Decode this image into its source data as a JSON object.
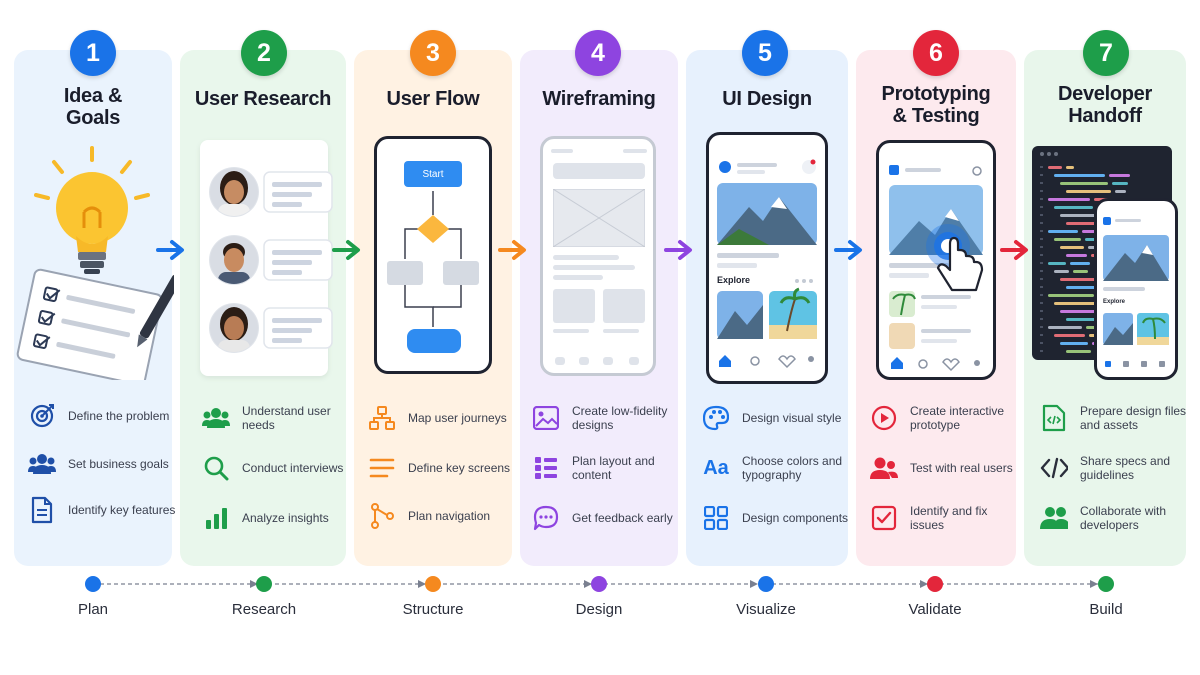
{
  "steps": [
    {
      "number": "1",
      "title": "Idea &\nGoals",
      "color": "#1a73e8",
      "items": [
        "Define the problem",
        "Set business goals",
        "Identify key features"
      ]
    },
    {
      "number": "2",
      "title": "User Research",
      "color": "#1e9e4a",
      "items": [
        "Understand user needs",
        "Conduct interviews",
        "Analyze insights"
      ]
    },
    {
      "number": "3",
      "title": "User Flow",
      "color": "#f5891f",
      "items": [
        "Map user journeys",
        "Define key screens",
        "Plan navigation"
      ]
    },
    {
      "number": "4",
      "title": "Wireframing",
      "color": "#8e44e0",
      "items": [
        "Create low-fidelity designs",
        "Plan layout and content",
        "Get feedback early"
      ]
    },
    {
      "number": "5",
      "title": "UI Design",
      "color": "#1a73e8",
      "items": [
        "Design visual style",
        "Choose colors and typography",
        "Design components"
      ]
    },
    {
      "number": "6",
      "title": "Prototyping\n& Testing",
      "color": "#e3263b",
      "items": [
        "Create interactive prototype",
        "Test with real users",
        "Identify and fix issues"
      ]
    },
    {
      "number": "7",
      "title": "Developer\nHandoff",
      "color": "#1e9e4a",
      "items": [
        "Prepare design files and assets",
        "Share specs and guidelines",
        "Collaborate with developers"
      ]
    }
  ],
  "flow": {
    "start": "Start"
  },
  "ui_design": {
    "explore": "Explore",
    "aa": "Aa"
  },
  "handoff": {
    "explore": "Explore"
  },
  "timeline": [
    "Plan",
    "Research",
    "Structure",
    "Design",
    "Visualize",
    "Validate",
    "Build"
  ]
}
